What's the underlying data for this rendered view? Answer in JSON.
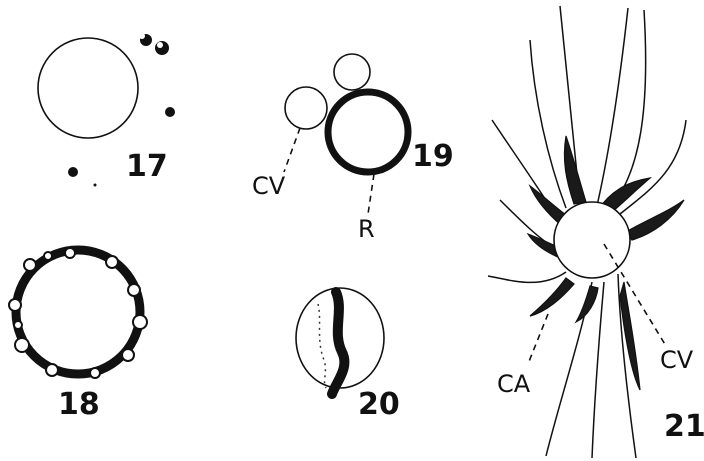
{
  "figures": [
    {
      "number": "17"
    },
    {
      "number": "18"
    },
    {
      "number": "19",
      "labels": [
        "CV",
        "R"
      ]
    },
    {
      "number": "20"
    },
    {
      "number": "21",
      "labels": [
        "CA",
        "CV"
      ]
    }
  ],
  "colors": {
    "ink": "#111111",
    "paper": "#ffffff"
  }
}
